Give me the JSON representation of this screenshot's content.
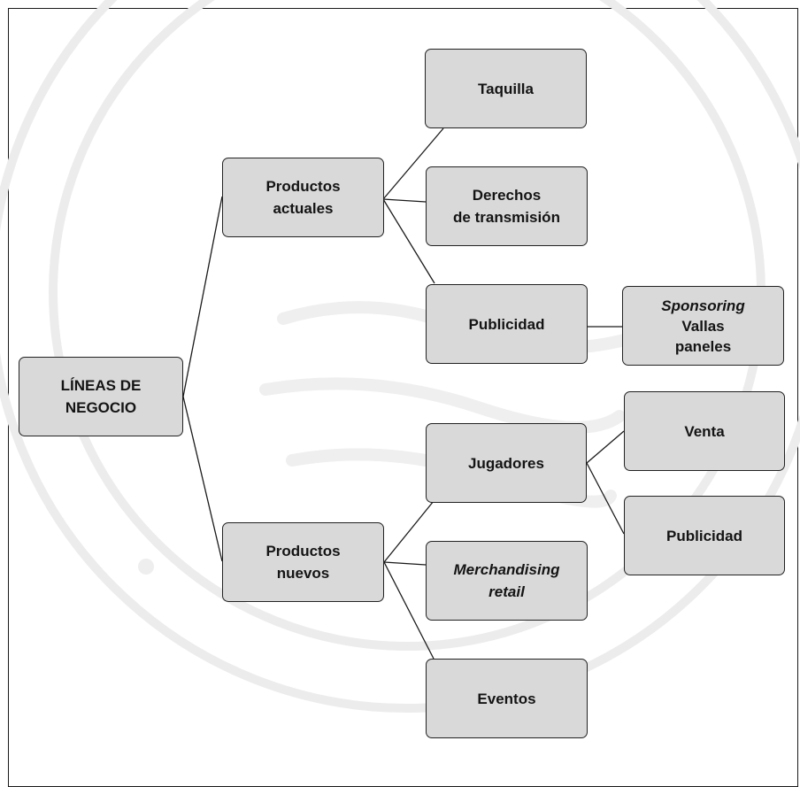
{
  "diagram": {
    "root": {
      "lines": [
        "LÍNEAS DE",
        "NEGOCIO"
      ]
    },
    "branches": [
      {
        "lines": [
          "Productos",
          "actuales"
        ],
        "children": [
          {
            "lines": [
              "Taquilla"
            ]
          },
          {
            "lines": [
              "Derechos",
              "de transmisión"
            ]
          },
          {
            "lines": [
              "Publicidad"
            ]
          }
        ]
      },
      {
        "lines": [
          "Productos",
          "nuevos"
        ],
        "children": [
          {
            "lines": [
              "Jugadores"
            ]
          },
          {
            "lines": [
              "Merchandising",
              "retail"
            ]
          },
          {
            "lines": [
              "Eventos"
            ]
          }
        ]
      }
    ],
    "leaves": {
      "sponsoring": {
        "lines": [
          "Sponsoring",
          "Vallas",
          "paneles"
        ]
      },
      "venta": {
        "lines": [
          "Venta"
        ]
      },
      "publicidad_jugadores": {
        "lines": [
          "Publicidad"
        ]
      }
    }
  },
  "colors": {
    "node_fill": "#d9d9d9",
    "node_border": "#222222",
    "line": "#1a1a1a",
    "watermark": "#e9e9e9"
  }
}
